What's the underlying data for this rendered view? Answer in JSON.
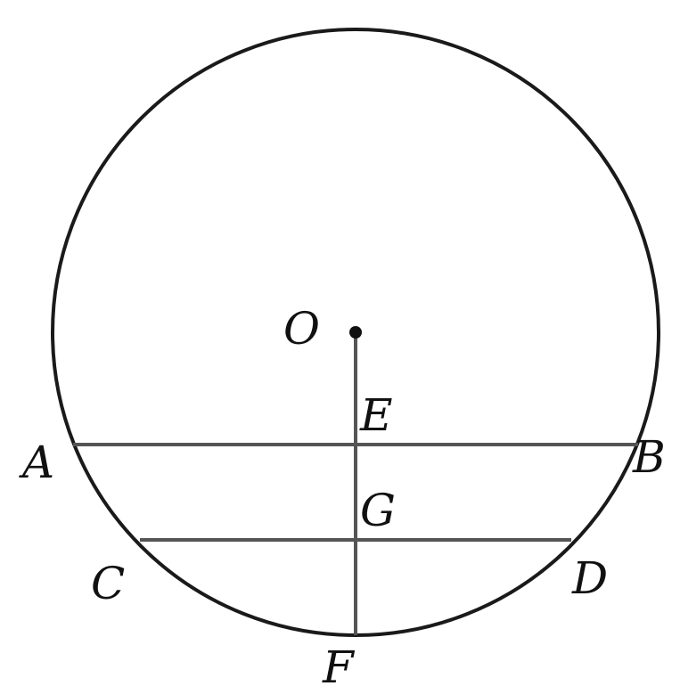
{
  "diagram": {
    "points": {
      "O": "O",
      "E": "E",
      "A": "A",
      "B": "B",
      "G": "G",
      "C": "C",
      "D": "D",
      "F": "F"
    },
    "colors": {
      "circle": "#1a1a1a",
      "segments": "#555555",
      "labels": "#111111"
    }
  }
}
